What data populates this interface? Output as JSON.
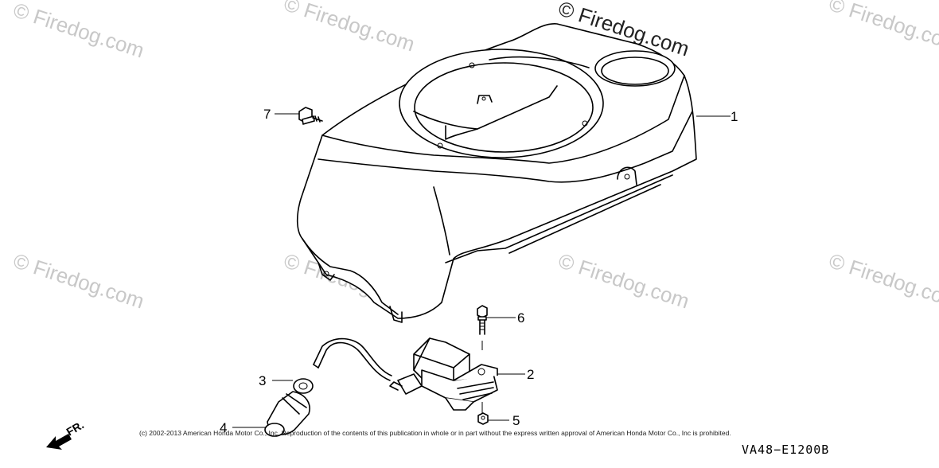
{
  "watermark": {
    "text": "© Firedog.com",
    "color": "#c8c8c8"
  },
  "callouts": [
    {
      "number": "1",
      "part": "shroud"
    },
    {
      "number": "2",
      "part": "ignition-coil"
    },
    {
      "number": "3",
      "part": "washer"
    },
    {
      "number": "4",
      "part": "spark-plug-cap"
    },
    {
      "number": "5",
      "part": "nut"
    },
    {
      "number": "6",
      "part": "bolt"
    },
    {
      "number": "7",
      "part": "flange-bolt"
    }
  ],
  "direction_label": "FR.",
  "copyright": "(c) 2002-2013 American Honda Motor Co., Inc. Reproduction of the contents of this publication in whole or in part without the express written approval of American Honda Motor Co., Inc is prohibited.",
  "diagram_code": "VA48−E1200B"
}
